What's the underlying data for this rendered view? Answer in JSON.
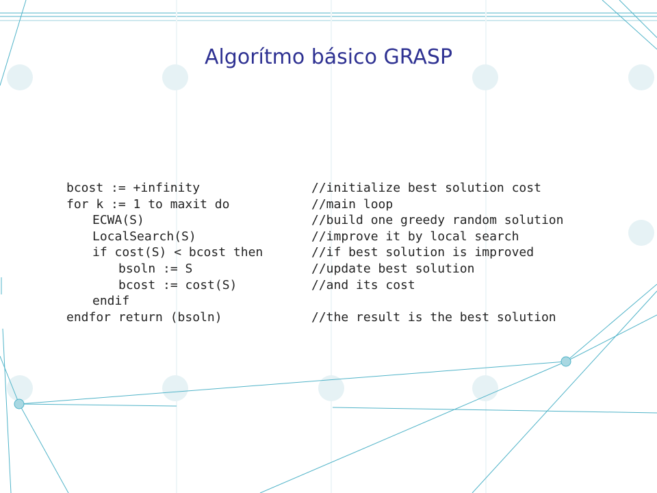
{
  "slide": {
    "title": "Algorítmo básico GRASP"
  },
  "code": {
    "lines": [
      {
        "stmt": "bcost := +infinity",
        "indent": 0,
        "comment": "//initialize best solution cost"
      },
      {
        "stmt": "for k := 1 to maxit do",
        "indent": 0,
        "comment": "//main loop"
      },
      {
        "stmt": "ECWA(S)",
        "indent": 1,
        "comment": "//build one greedy random solution"
      },
      {
        "stmt": "LocalSearch(S)",
        "indent": 1,
        "comment": "//improve it by local search"
      },
      {
        "stmt": "if cost(S) < bcost then",
        "indent": 1,
        "comment": "//if best solution is improved"
      },
      {
        "stmt": "bsoln := S",
        "indent": 2,
        "comment": "//update best solution"
      },
      {
        "stmt": "bcost := cost(S)",
        "indent": 2,
        "comment": "//and its cost"
      },
      {
        "stmt": "endif",
        "indent": 1,
        "comment": ""
      },
      {
        "stmt": "endfor return (bsoln)",
        "indent": 0,
        "comment": "//the result is the best solution"
      }
    ]
  },
  "theme": {
    "title_color": "#2e3192",
    "decor_line_color": "#4fb3c8",
    "decor_dot_color": "#e6f2f5",
    "node_fill": "#a9d8e2"
  }
}
